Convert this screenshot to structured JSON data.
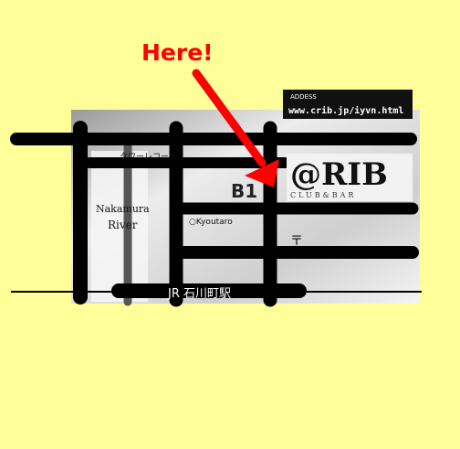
{
  "callout": {
    "text": "Here!",
    "color": "#ff0000"
  },
  "address_box": {
    "label": "ADDESS",
    "url": "www.crib.jp/iyvn.html"
  },
  "venue": {
    "name": "@RIB",
    "subtitle": "CLUB&BAR",
    "floor": "B1"
  },
  "labels": {
    "tower_records": "タワーレコード",
    "river": "Nakamura River",
    "street": "Kyoutaro",
    "post_office": "〒",
    "station": "JR 石川町駅"
  },
  "colors": {
    "background": "#ffff99",
    "road": "#000000",
    "map_panel": "#d8d8d8"
  }
}
